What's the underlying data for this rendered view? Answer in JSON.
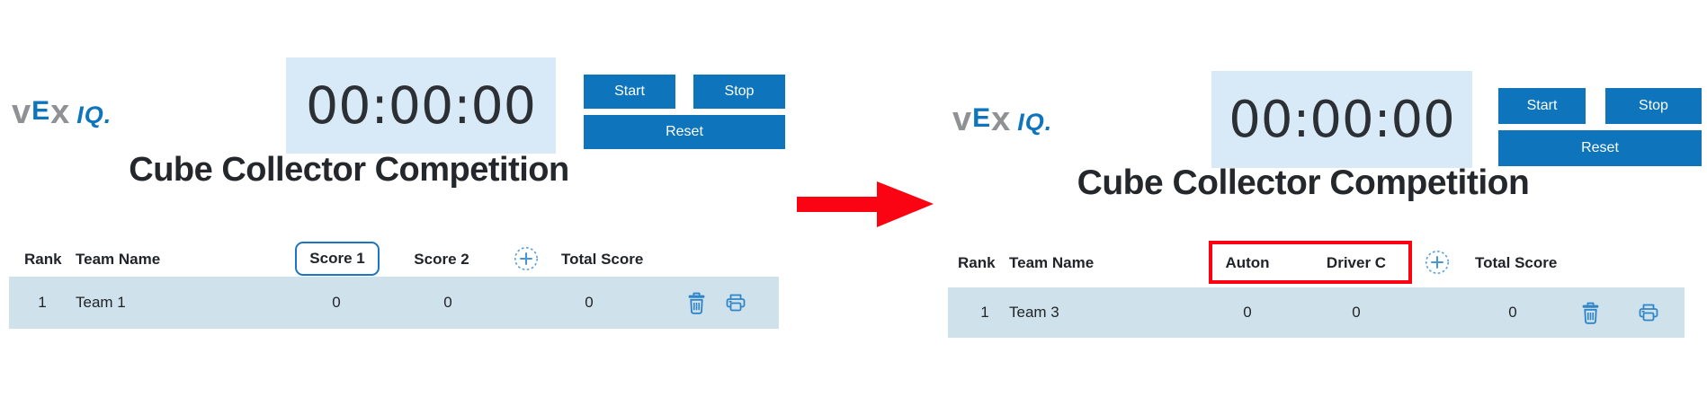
{
  "logo": {
    "v": "v",
    "e": "E",
    "x": "x",
    "iq": "IQ."
  },
  "timer": {
    "value": "00:00:00"
  },
  "controls": {
    "start": "Start",
    "stop": "Stop",
    "reset": "Reset"
  },
  "title": "Cube Collector Competition",
  "table": {
    "rank_label": "Rank",
    "team_label": "Team Name",
    "total_label": "Total Score"
  },
  "panels": {
    "left": {
      "score_col_1": "Score 1",
      "score_col_2": "Score 2",
      "row": {
        "rank": "1",
        "team": "Team 1",
        "score1": "0",
        "score2": "0",
        "total": "0"
      }
    },
    "right": {
      "score_col_1": "Auton",
      "score_col_2": "Driver C",
      "row": {
        "rank": "1",
        "team": "Team 3",
        "score1": "0",
        "score2": "0",
        "total": "0"
      }
    }
  },
  "colors": {
    "accent_blue": "#0e74bb",
    "timer_bg": "#d8eaf7",
    "row_bg": "#cfe2ec",
    "icon_blue": "#2f85c8",
    "highlight_red": "#fa0313",
    "logo_gray": "#8f9194"
  }
}
